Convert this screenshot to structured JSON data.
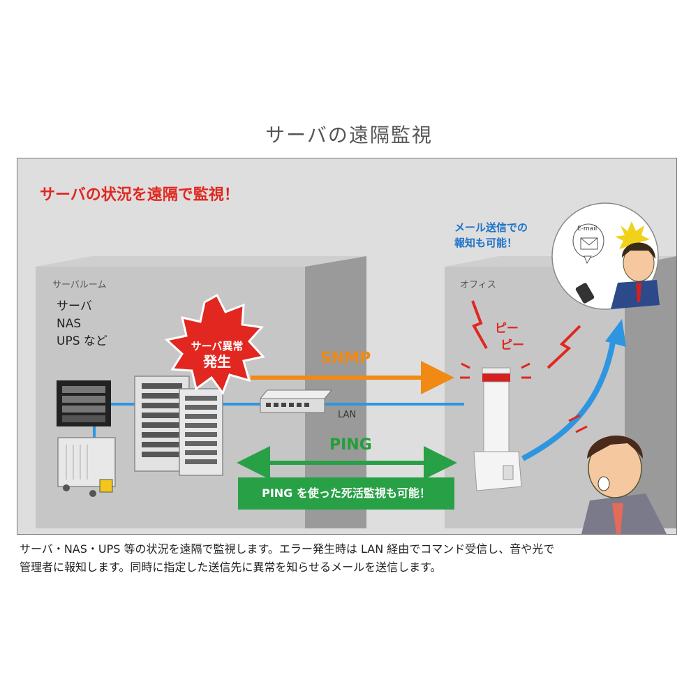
{
  "title": "サーバの遠隔監視",
  "headline": "サーバの状況を遠隔で監視！",
  "server_room": {
    "label": "サーバルーム",
    "devices": [
      "サーバ",
      "NAS",
      "UPS など"
    ]
  },
  "alert_burst": {
    "line1": "サーバ異常",
    "line2": "発生"
  },
  "office": {
    "label": "オフィス"
  },
  "arrows": {
    "snmp": "SNMP",
    "lan": "LAN",
    "ping": "PING"
  },
  "ping_note": "PING を使った死活監視も可能！",
  "beep": [
    "ピー",
    "ピー"
  ],
  "mail_note": [
    "メール送信での",
    "報知も可能！"
  ],
  "email_bubble": "E-mail",
  "caption": [
    "サーバ・NAS・UPS 等の状況を遠隔で監視します。エラー発生時は LAN 経由でコマンド受信し、音や光で",
    "管理者に報知します。同時に指定した送信先に異常を知らせるメールを送信します。"
  ],
  "colors": {
    "alert_red": "#e1271f",
    "snmp_orange": "#f08a14",
    "ping_green": "#28a046",
    "lan_blue": "#2e96e0",
    "mail_blue": "#1e73c8"
  }
}
